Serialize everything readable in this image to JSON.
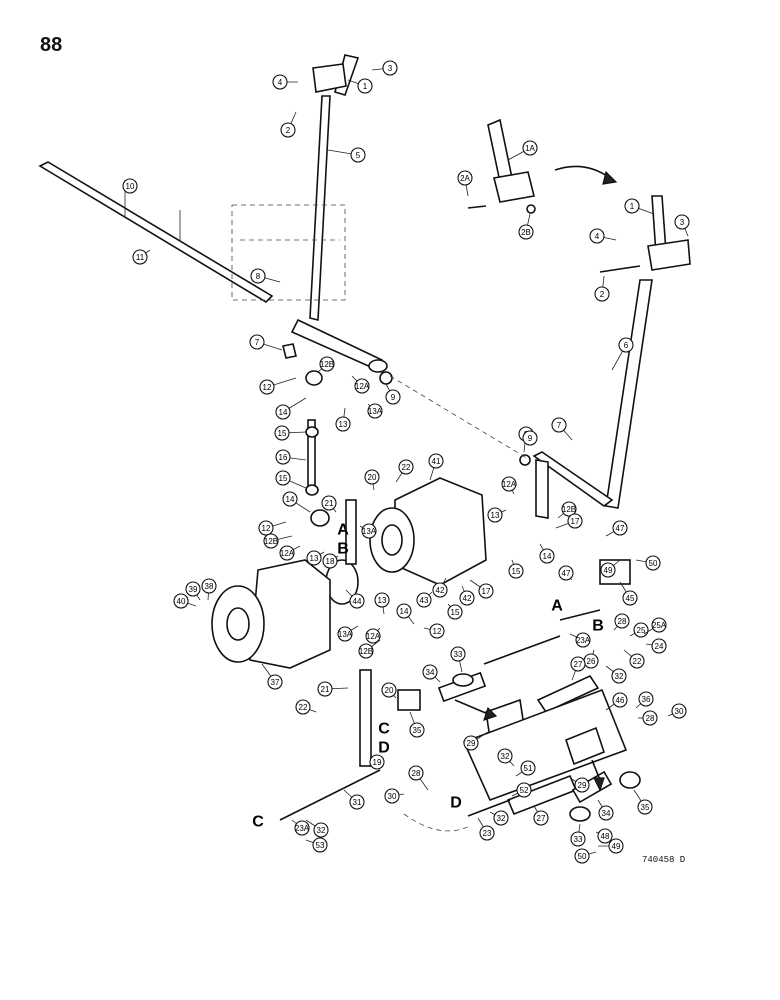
{
  "page": {
    "number": "88",
    "drawing_code": "740458 D"
  },
  "connection_letters": [
    "A",
    "B",
    "C",
    "D"
  ],
  "callouts": {
    "c1": "1",
    "c2": "2",
    "c3": "3",
    "c4": "4",
    "c5": "5",
    "c6": "6",
    "c7": "7",
    "c8": "8",
    "c9": "9",
    "c10": "10",
    "c11": "11",
    "c1a": "1A",
    "c2a": "2A",
    "c2b": "2B",
    "c1r": "1",
    "c3r": "3",
    "c4r": "4",
    "c2r": "2",
    "c7b": "7",
    "c12": "12",
    "c12b": "12B",
    "c12a": "12A",
    "c14": "14",
    "c13": "13",
    "c13a": "13A",
    "c9b": "9",
    "c9c": "9",
    "c15": "15",
    "c16": "16",
    "c15b": "15",
    "c14b": "14",
    "c20": "20",
    "c22": "22",
    "c41": "41",
    "c21": "21",
    "c12c": "12",
    "c12bb": "12B",
    "c12ab": "12A",
    "c18": "18",
    "c13b": "13",
    "c13ab": "13A",
    "c12ac": "12A",
    "c13c": "13",
    "c12bc": "12B",
    "c17": "17",
    "c14c": "14",
    "c15c": "15",
    "c47": "47",
    "c47b": "47",
    "c49": "49",
    "c50": "50",
    "c45": "45",
    "c17b": "17",
    "c42": "42",
    "c42b": "42",
    "c43": "43",
    "c15d": "15",
    "c39": "39",
    "c38": "38",
    "c40": "40",
    "c44": "44",
    "c13d": "13",
    "c13ad": "13A",
    "c12ad": "12A",
    "c12bd": "12B",
    "c14d": "14",
    "c12d": "12",
    "c37": "37",
    "c33": "33",
    "c34": "34",
    "c23a": "23A",
    "c26": "26",
    "c28": "28",
    "c25": "25",
    "c25a": "25A",
    "c24": "24",
    "c22b": "22",
    "c32": "32",
    "c27": "27",
    "c46": "46",
    "c36": "36",
    "c28b": "28",
    "c30": "30",
    "c21b": "21",
    "c20b": "20",
    "c22c": "22",
    "c35": "35",
    "c19": "19",
    "c29": "29",
    "c32b": "32",
    "c51": "51",
    "c52": "52",
    "c29b": "29",
    "c34b": "34",
    "c35b": "35",
    "c31": "31",
    "c30b": "30",
    "c28c": "28",
    "c23ab": "23A",
    "c32c": "32",
    "c53": "53",
    "c23": "23",
    "c32d": "32",
    "c27b": "27",
    "c33b": "33",
    "c48": "48",
    "c49b": "49",
    "c50b": "50"
  }
}
